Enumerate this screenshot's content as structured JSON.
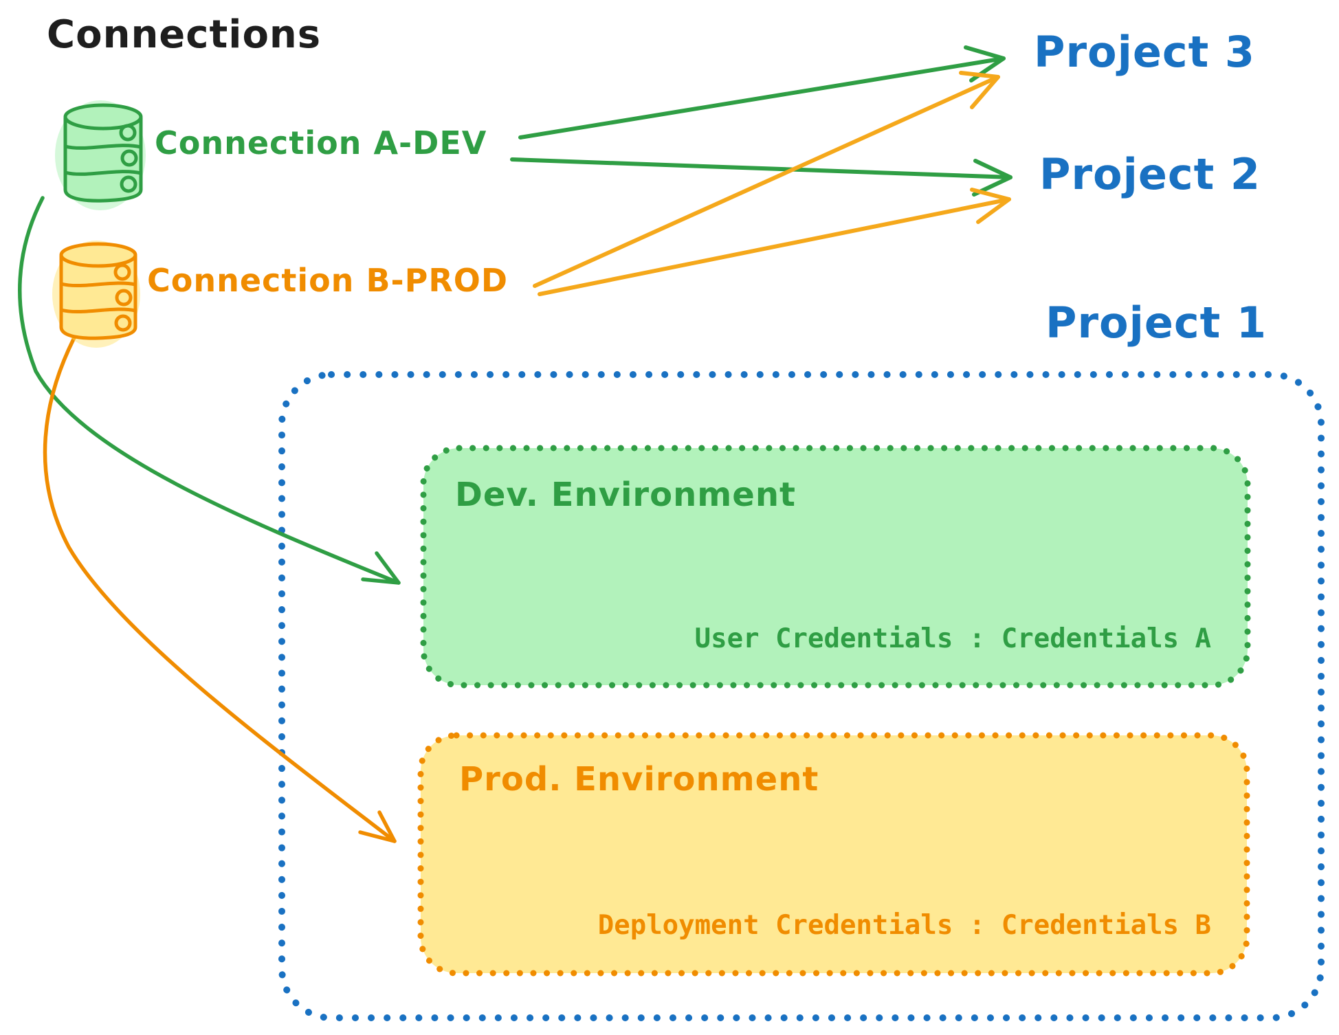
{
  "title": "Connections",
  "colors": {
    "black": "#1e1e1e",
    "blue": "#1971c2",
    "green": "#2f9e44",
    "green_fill": "#b2f2bb",
    "orange": "#f08c00",
    "orange_fill": "#ffe994",
    "amber_arrow": "#f5a81b"
  },
  "connections": {
    "a_dev": {
      "label": "Connection A-DEV"
    },
    "b_prod": {
      "label": "Connection B-PROD"
    }
  },
  "projects": {
    "p3": {
      "label": "Project 3"
    },
    "p2": {
      "label": "Project 2"
    },
    "p1": {
      "label": "Project 1"
    }
  },
  "environments": {
    "dev": {
      "title": "Dev. Environment",
      "credentials": "User Credentials : Credentials A"
    },
    "prod": {
      "title": "Prod. Environment",
      "credentials": "Deployment Credentials : Credentials B"
    }
  }
}
